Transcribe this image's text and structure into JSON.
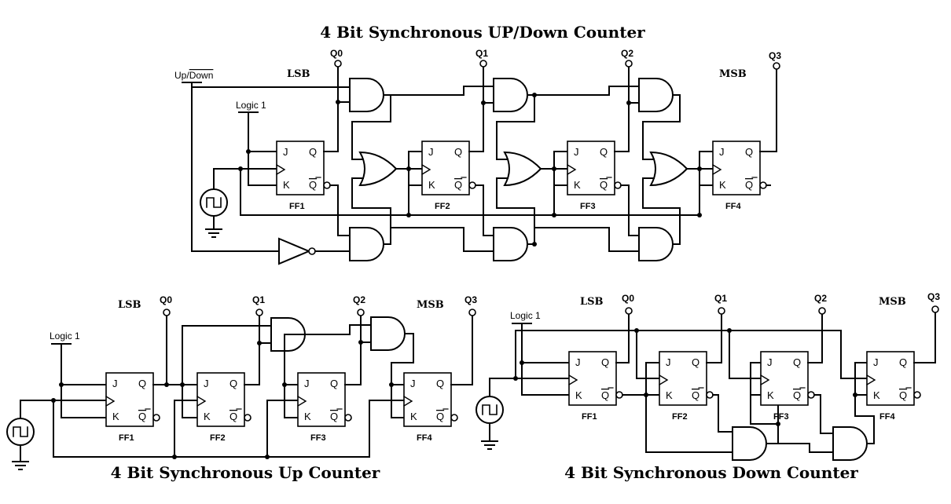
{
  "titles": {
    "updown": "4 Bit Synchronous UP/Down Counter",
    "up": "4 Bit Synchronous Up Counter",
    "down": "4 Bit Synchronous Down Counter"
  },
  "labels": {
    "lsb": "LSB",
    "msb": "MSB",
    "logic1": "Logic 1",
    "updown_up": "Up/",
    "updown_down": "Down"
  },
  "outputs": [
    "Q0",
    "Q1",
    "Q2",
    "Q3"
  ],
  "flipflops": [
    "FF1",
    "FF2",
    "FF3",
    "FF4"
  ],
  "pins": {
    "j": "J",
    "k": "K",
    "q": "Q",
    "qbar": "Q"
  }
}
